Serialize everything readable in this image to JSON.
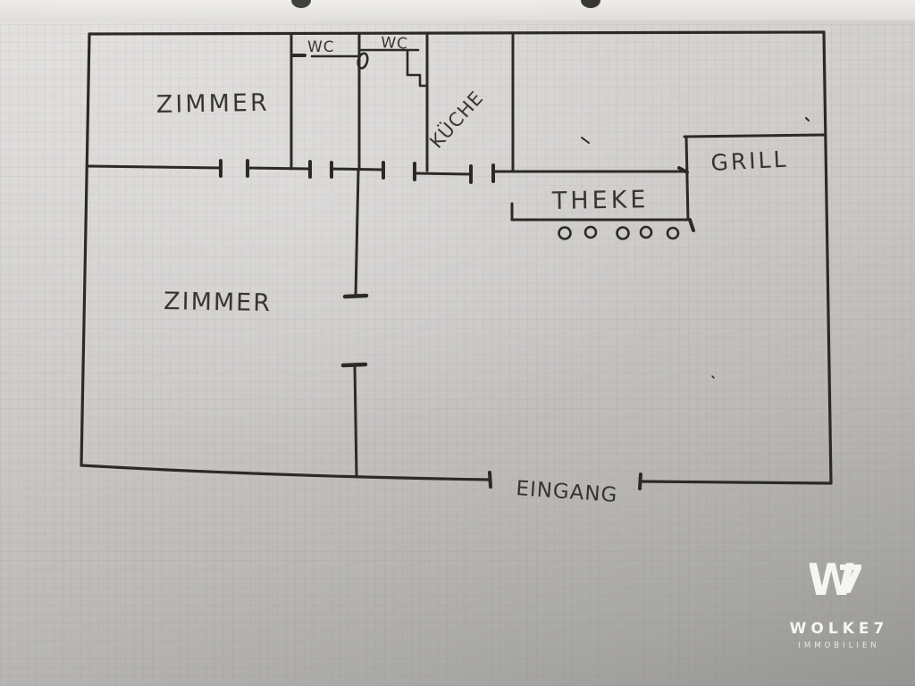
{
  "plan": {
    "room_top": "ZIMMER",
    "room_bottom": "ZIMMER",
    "wc_left": "WC",
    "wc_right": "WC",
    "kitchen": "KÜCHE",
    "counter": "THEKE",
    "grill": "GRILL",
    "entrance": "EINGANG",
    "stool_count": 5
  },
  "logo": {
    "monogram_w": "W",
    "monogram_7": "7",
    "name": "WOLKE7",
    "subtitle": "IMMOBILIEN"
  },
  "colors": {
    "ink": "#2c2a27",
    "paper_top": "#e4e2e0",
    "paper_bottom": "#969593",
    "logo_text": "#f6f5f3"
  }
}
